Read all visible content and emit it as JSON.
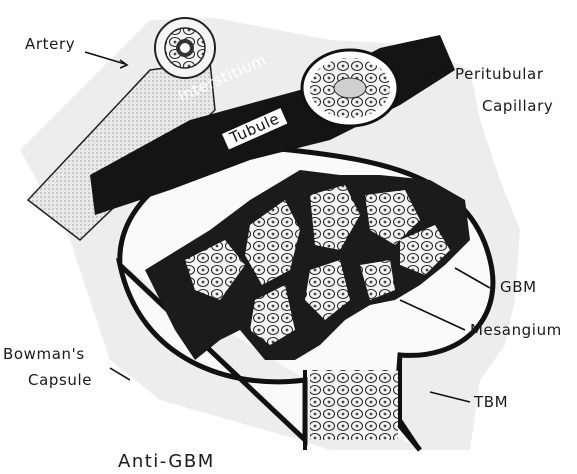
{
  "labels": {
    "artery": "Artery",
    "interstitium": "Interstitium",
    "tubule": "Tubule",
    "peritubular_1": "Peritubular",
    "peritubular_2": "Capillary",
    "gbm": "GBM",
    "mesangium": "Mesangium",
    "bowmans_1": "Bowman's",
    "bowmans_2": "Capsule",
    "tbm": "TBM"
  },
  "caption": "Anti-GBM"
}
